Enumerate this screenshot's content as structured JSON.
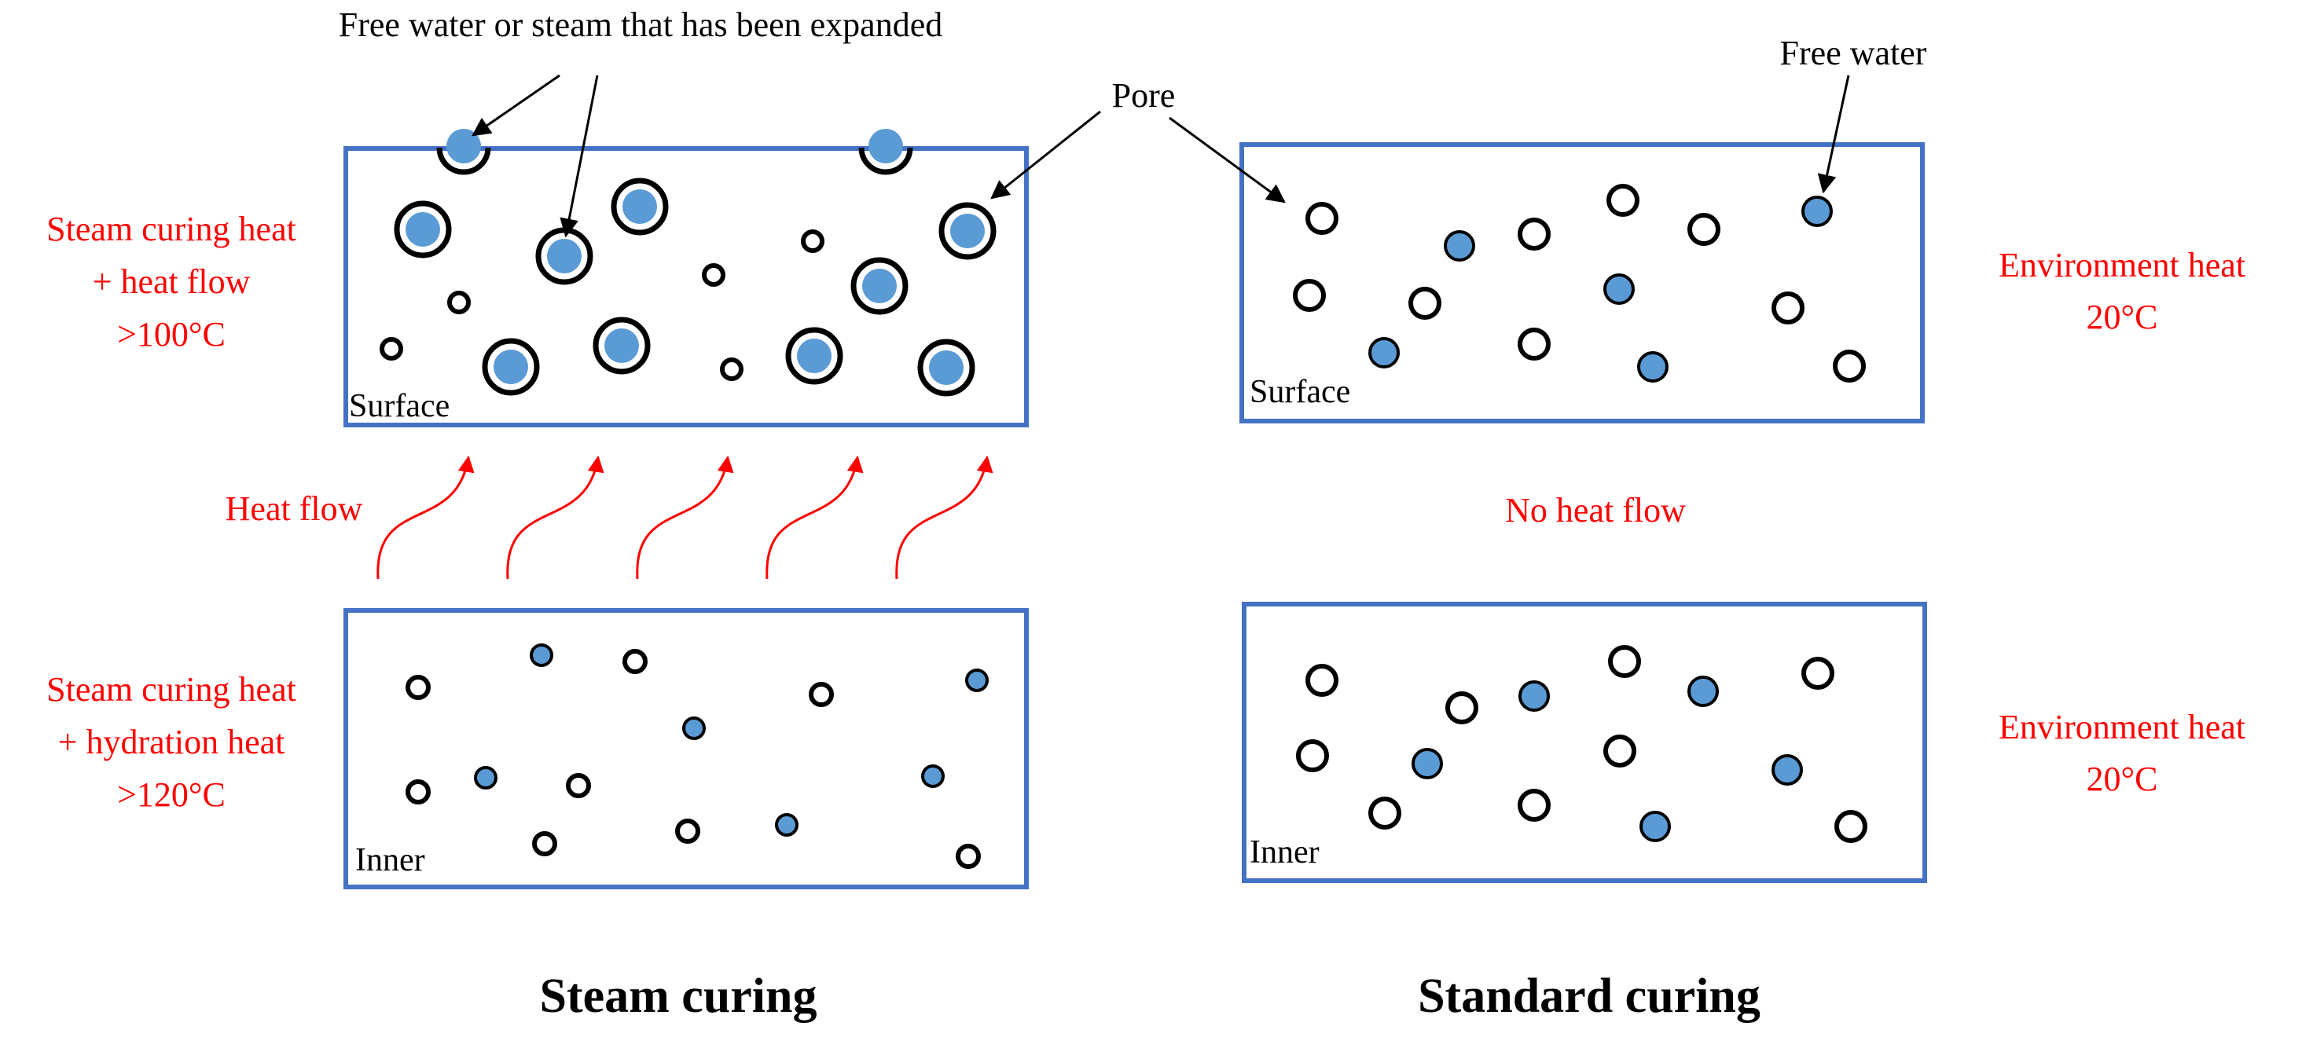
{
  "colors": {
    "box_border": "#4472c4",
    "water": "#5b9bd5",
    "heat": "#ff0000",
    "pore_stroke": "#000000"
  },
  "annotations": {
    "expanded_water": "Free water or steam that has been expanded",
    "pore": "Pore",
    "free_water": "Free water"
  },
  "steam": {
    "title": "Steam curing",
    "surface_condition": [
      "Steam curing heat",
      "+ heat flow",
      ">100°C"
    ],
    "inner_condition": [
      "Steam curing heat",
      "+ hydration heat",
      ">120°C"
    ],
    "heat_flow": "Heat flow",
    "surface_label": "Surface",
    "inner_label": "Inner"
  },
  "standard": {
    "title": "Standard curing",
    "surface_condition": [
      "Environment heat",
      "20°C"
    ],
    "inner_condition": [
      "Environment heat",
      "20°C"
    ],
    "heat_flow": "No heat flow",
    "surface_label": "Surface",
    "inner_label": "Inner"
  }
}
